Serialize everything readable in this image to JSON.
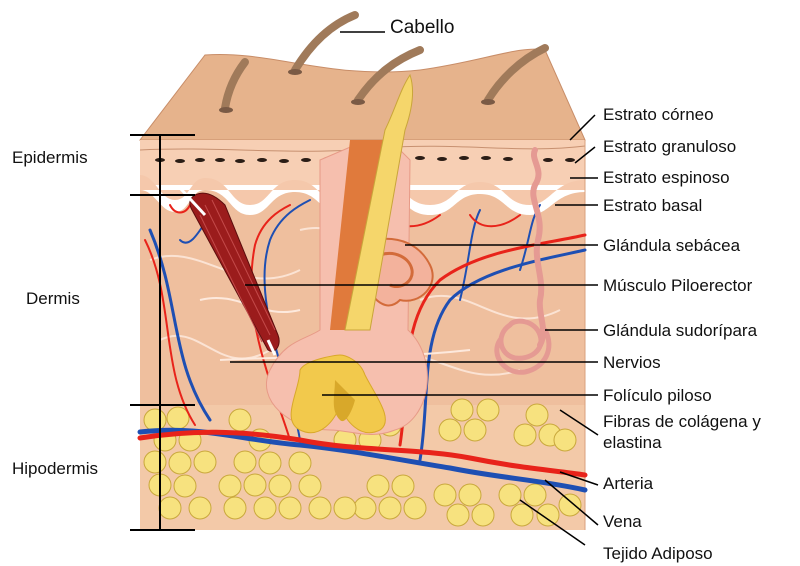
{
  "labels": {
    "hair": "Cabello",
    "left": {
      "epidermis": "Epidermis",
      "dermis": "Dermis",
      "hypodermis": "Hipodermis"
    },
    "right": {
      "stratum_corneum": "Estrato córneo",
      "stratum_granulosum": "Estrato granuloso",
      "stratum_spinosum": "Estrato espinoso",
      "stratum_basale": "Estrato basal",
      "sebaceous_gland": "Glándula sebácea",
      "arrector_muscle": "Músculo Piloerector",
      "sweat_gland": "Glándula sudorípara",
      "nerves": "Nervios",
      "hair_follicle": "Folículo piloso",
      "fibers_line1": "Fibras de colágena y",
      "fibers_line2": "elastina",
      "artery": "Arteria",
      "vein": "Vena",
      "adipose": "Tejido Adiposo"
    }
  },
  "colors": {
    "skin_top": "#e8b48a",
    "epidermis": "#f6cdb2",
    "dermis": "#f0c2a0",
    "hypodermis": "#f2c8a6",
    "fat": "#f5e07a",
    "artery": "#e8231a",
    "vein": "#1e4fb3",
    "muscle": "#9b1c1c",
    "hair": "#a07a5a",
    "hair_shaft": "#f2c94c",
    "follicle": "#e07a3c",
    "line": "#000000"
  }
}
